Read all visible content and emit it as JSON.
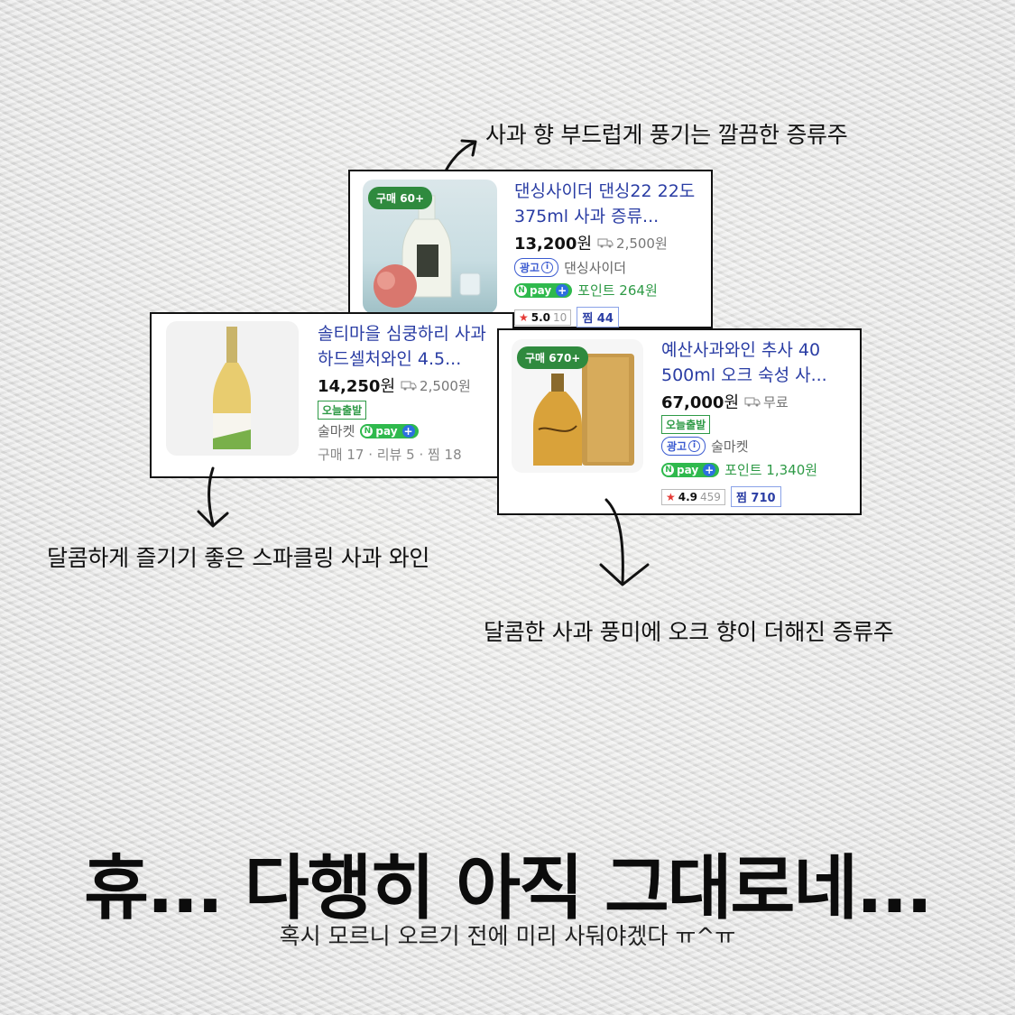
{
  "captions": {
    "top": "사과 향 부드럽게 풍기는 깔끔한 증류주",
    "left": "달콤하게 즐기기 좋은 스파클링 사과 와인",
    "right": "달콤한 사과 풍미에 오크 향이 더해진 증류주"
  },
  "products": [
    {
      "badge": "구매 60+",
      "title": "댄싱사이더 댄싱22 22도 375ml 사과 증류...",
      "price": "13,200",
      "won": "원",
      "shipping": "2,500원",
      "ad_label": "광고",
      "ad_info": "i",
      "seller": "댄싱사이더",
      "npay": "pay",
      "point": "포인트 264원",
      "rating": "5.0",
      "reviews": "10",
      "jjim": "찜 44"
    },
    {
      "title": "솔티마을 심쿵하리 사과 하드셀처와인 4.5...",
      "price": "14,250",
      "won": "원",
      "shipping": "2,500원",
      "today_label": "오늘출발",
      "seller": "술마켓",
      "npay": "pay",
      "stats": "구매 17 · 리뷰 5 · 찜 18"
    },
    {
      "badge": "구매 670+",
      "title": "예산사과와인 추사 40 500ml 오크 숙성 사...",
      "price": "67,000",
      "won": "원",
      "shipping": "무료",
      "today_label": "오늘출발",
      "ad_label": "광고",
      "ad_info": "i",
      "seller": "술마켓",
      "npay": "pay",
      "point": "포인트 1,340원",
      "rating": "4.9",
      "reviews": "459",
      "jjim": "찜 710"
    }
  ],
  "headline": "휴... 다행히 아직 그대로네...",
  "subline": "혹시 모르니 오르기 전에 미리 사둬야겠다 ㅠ^ㅠ",
  "colors": {
    "title_link": "#2a3da4",
    "badge_green": "#2f8a3e",
    "npay_green": "#2fb94d",
    "ad_blue": "#3b5bd1"
  }
}
